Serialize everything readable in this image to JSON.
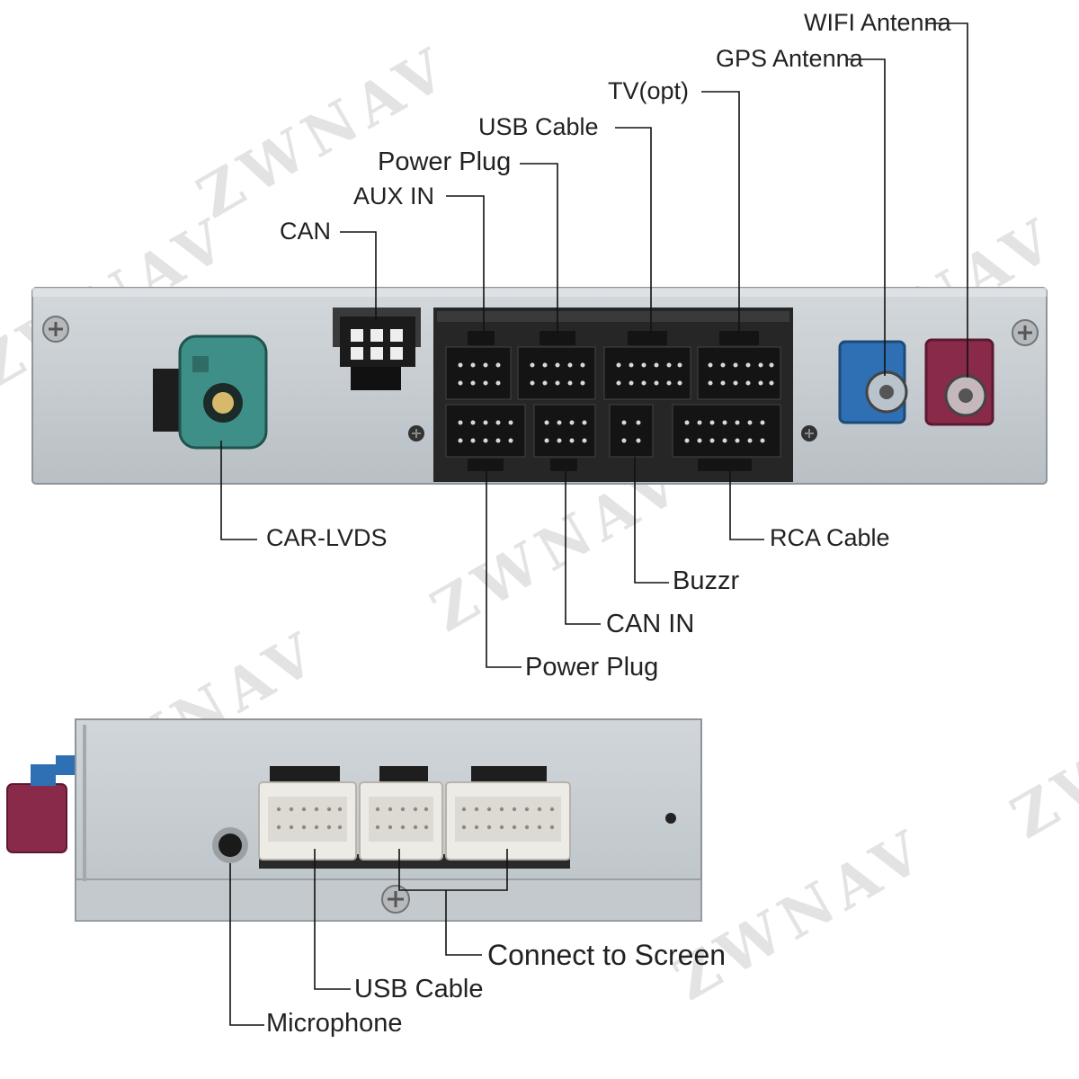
{
  "watermark": "ZWNAV",
  "top_unit": {
    "labels": {
      "wifi_antenna": "WIFI Antenna",
      "gps_antenna": "GPS Antenna",
      "tv": "TV(opt)",
      "usb_cable": "USB Cable",
      "power_plug_top": "Power Plug",
      "aux_in": "AUX IN",
      "can": "CAN",
      "car_lvds": "CAR-LVDS",
      "rca_cable": "RCA Cable",
      "buzzr": "Buzzr",
      "can_in": "CAN IN",
      "power_plug_bottom": "Power Plug"
    }
  },
  "side_unit": {
    "labels": {
      "connect_to_screen": "Connect to Screen",
      "usb_cable": "USB Cable",
      "microphone": "Microphone"
    }
  },
  "colors": {
    "panel": "#c9cfd3",
    "panel_dark": "#9aa0a4",
    "lvds_teal": "#3e8f87",
    "gps_blue": "#2f6fb3",
    "wifi_red": "#8a2a4a",
    "connector_white": "#ecebe6",
    "port_dark": "#2b2b2b",
    "leader_line": "#111111"
  }
}
